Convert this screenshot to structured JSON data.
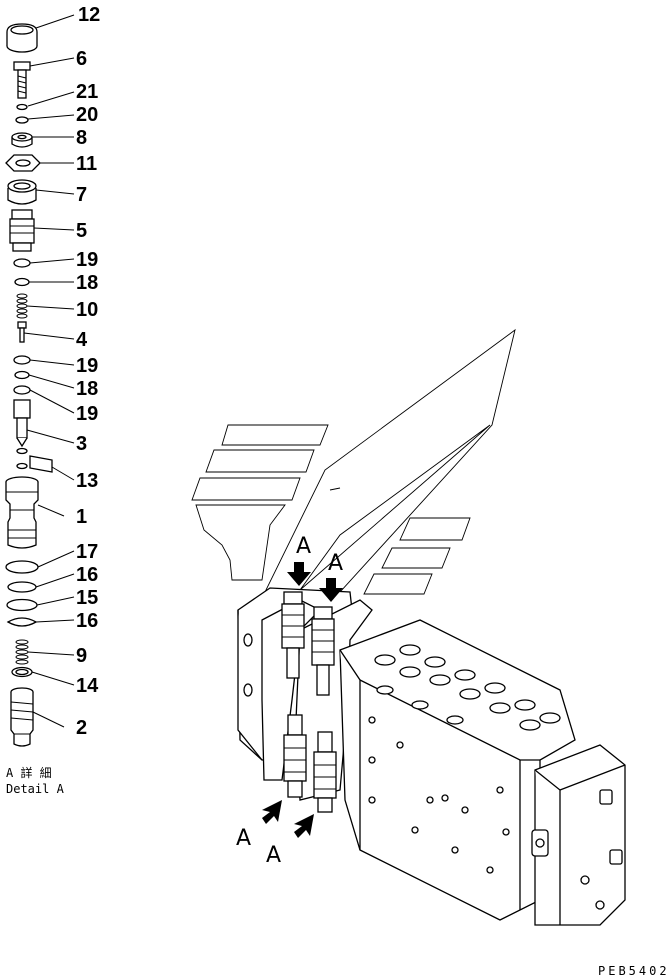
{
  "detail": {
    "title_jp": "A 詳 細",
    "title_en": "Detail A"
  },
  "callouts": [
    "12",
    "6",
    "21",
    "20",
    "8",
    "11",
    "7",
    "5",
    "19",
    "18",
    "10",
    "4",
    "19",
    "18",
    "19",
    "3",
    "13",
    "1",
    "17",
    "16",
    "15",
    "16",
    "9",
    "14",
    "2"
  ],
  "arrow_labels": [
    "A",
    "A",
    "A",
    "A"
  ],
  "drawing_code": "PEB5402"
}
